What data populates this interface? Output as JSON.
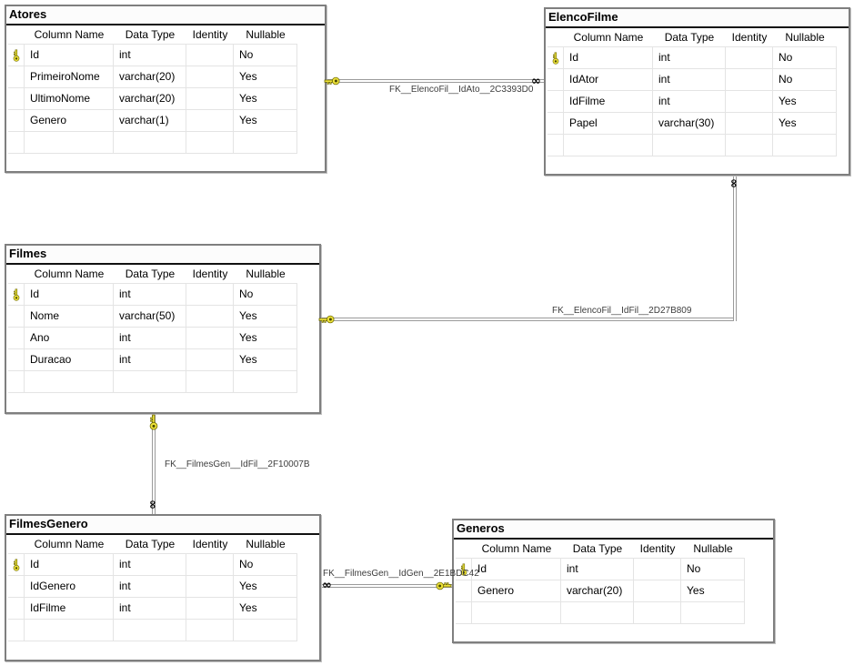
{
  "colors": {
    "background": "#ffffff",
    "window_border": "#7f7f7f",
    "title_underline": "#111111",
    "grid_line": "#e4e4e4",
    "connector_line": "#9a9a9a",
    "key_icon_fill": "#ede23b",
    "key_icon_outline": "#6f6a00",
    "fk_label_color": "#3d3d3d"
  },
  "icons": {
    "infinity": "∞"
  },
  "tables": [
    {
      "name": "Atores",
      "headers": [
        "Column Name",
        "Data Type",
        "Identity",
        "Nullable"
      ],
      "rows": [
        {
          "pk": true,
          "name": "Id",
          "type": "int",
          "identity": "",
          "nullable": "No"
        },
        {
          "pk": false,
          "name": "PrimeiroNome",
          "type": "varchar(20)",
          "identity": "",
          "nullable": "Yes"
        },
        {
          "pk": false,
          "name": "UltimoNome",
          "type": "varchar(20)",
          "identity": "",
          "nullable": "Yes"
        },
        {
          "pk": false,
          "name": "Genero",
          "type": "varchar(1)",
          "identity": "",
          "nullable": "Yes"
        },
        {
          "pk": false,
          "name": "",
          "type": "",
          "identity": "",
          "nullable": ""
        }
      ]
    },
    {
      "name": "ElencoFilme",
      "headers": [
        "Column Name",
        "Data Type",
        "Identity",
        "Nullable"
      ],
      "rows": [
        {
          "pk": true,
          "name": "Id",
          "type": "int",
          "identity": "",
          "nullable": "No"
        },
        {
          "pk": false,
          "name": "IdAtor",
          "type": "int",
          "identity": "",
          "nullable": "No"
        },
        {
          "pk": false,
          "name": "IdFilme",
          "type": "int",
          "identity": "",
          "nullable": "Yes"
        },
        {
          "pk": false,
          "name": "Papel",
          "type": "varchar(30)",
          "identity": "",
          "nullable": "Yes"
        },
        {
          "pk": false,
          "name": "",
          "type": "",
          "identity": "",
          "nullable": ""
        }
      ]
    },
    {
      "name": "Filmes",
      "headers": [
        "Column Name",
        "Data Type",
        "Identity",
        "Nullable"
      ],
      "rows": [
        {
          "pk": true,
          "name": "Id",
          "type": "int",
          "identity": "",
          "nullable": "No"
        },
        {
          "pk": false,
          "name": "Nome",
          "type": "varchar(50)",
          "identity": "",
          "nullable": "Yes"
        },
        {
          "pk": false,
          "name": "Ano",
          "type": "int",
          "identity": "",
          "nullable": "Yes"
        },
        {
          "pk": false,
          "name": "Duracao",
          "type": "int",
          "identity": "",
          "nullable": "Yes"
        },
        {
          "pk": false,
          "name": "",
          "type": "",
          "identity": "",
          "nullable": ""
        }
      ]
    },
    {
      "name": "FilmesGenero",
      "headers": [
        "Column Name",
        "Data Type",
        "Identity",
        "Nullable"
      ],
      "rows": [
        {
          "pk": true,
          "name": "Id",
          "type": "int",
          "identity": "",
          "nullable": "No"
        },
        {
          "pk": false,
          "name": "IdGenero",
          "type": "int",
          "identity": "",
          "nullable": "Yes"
        },
        {
          "pk": false,
          "name": "IdFilme",
          "type": "int",
          "identity": "",
          "nullable": "Yes"
        },
        {
          "pk": false,
          "name": "",
          "type": "",
          "identity": "",
          "nullable": ""
        }
      ]
    },
    {
      "name": "Generos",
      "headers": [
        "Column Name",
        "Data Type",
        "Identity",
        "Nullable"
      ],
      "rows": [
        {
          "pk": true,
          "name": "Id",
          "type": "int",
          "identity": "",
          "nullable": "No"
        },
        {
          "pk": false,
          "name": "Genero",
          "type": "varchar(20)",
          "identity": "",
          "nullable": "Yes"
        },
        {
          "pk": false,
          "name": "",
          "type": "",
          "identity": "",
          "nullable": ""
        }
      ]
    }
  ],
  "relationships": [
    {
      "label": "FK__ElencoFil__IdAto__2C3393D0",
      "one_side": "Atores",
      "many_side": "ElencoFilme"
    },
    {
      "label": "FK__ElencoFil__IdFil__2D27B809",
      "one_side": "Filmes",
      "many_side": "ElencoFilme"
    },
    {
      "label": "FK__FilmesGen__IdFil__2F10007B",
      "one_side": "Filmes",
      "many_side": "FilmesGenero"
    },
    {
      "label": "FK__FilmesGen__IdGen__2E1BDC42",
      "one_side": "Generos",
      "many_side": "FilmesGenero"
    }
  ]
}
